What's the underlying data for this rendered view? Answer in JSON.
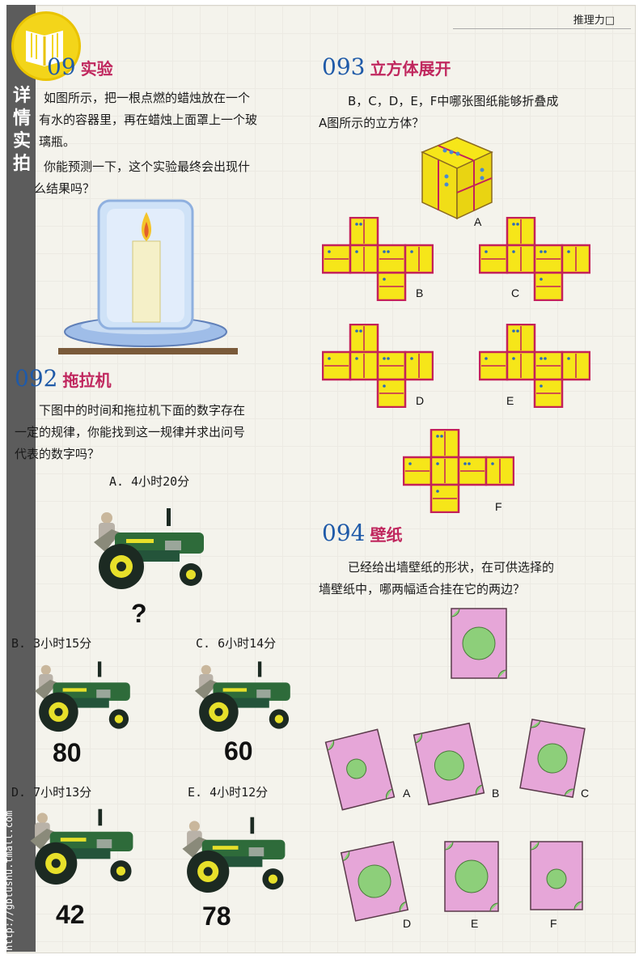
{
  "header": {
    "section_label": "推理力",
    "box_glyph": "□"
  },
  "sidebar": {
    "brand_text": [
      "详",
      "情",
      "实",
      "拍"
    ],
    "url": "http://gbtushu.tmall.com"
  },
  "p091": {
    "number_partial": "09",
    "title": "实验",
    "lines": [
      "如图所示，把一根点燃的蜡烛放在一个",
      "有水的容器里，再在蜡烛上面罩上一个玻",
      "璃瓶。",
      "你能预测一下，这个实验最终会出现什",
      "么结果吗？"
    ]
  },
  "p092": {
    "number": "092",
    "title": "拖拉机",
    "lines": [
      "下图中的时间和拖拉机下面的数字存在",
      "一定的规律，你能找到这一规律并求出问号",
      "代表的数字吗？"
    ],
    "options": [
      {
        "label": "A. 4小时20分",
        "value": "?"
      },
      {
        "label": "B. 3小时15分",
        "value": "80"
      },
      {
        "label": "C. 6小时14分",
        "value": "60"
      },
      {
        "label": "D. 7小时13分",
        "value": "42"
      },
      {
        "label": "E. 4小时12分",
        "value": "78"
      }
    ]
  },
  "p093": {
    "number": "093",
    "title": "立方体展开",
    "lines": [
      "B，C，D，E，F中哪张图纸能够折叠成",
      "A图所示的立方体？"
    ],
    "figure_labels": [
      "A",
      "B",
      "C",
      "D",
      "E",
      "F"
    ]
  },
  "p094": {
    "number": "094",
    "title": "壁纸",
    "lines": [
      "已经给出墙壁纸的形状，在可供选择的",
      "墙壁纸中，哪两幅适合挂在它的两边？"
    ],
    "figure_labels": [
      "A",
      "B",
      "C",
      "D",
      "E",
      "F"
    ]
  },
  "colors": {
    "title_blue": "#1f5aa8",
    "title_magenta": "#c0275e",
    "net_yellow": "#f6e619",
    "net_border": "#c4215a",
    "wallpaper_pink": "#e6a6d8",
    "wallpaper_green": "#8dcf7a",
    "tractor_green": "#2e6b3a",
    "tractor_wheel": "#1c2a22"
  }
}
